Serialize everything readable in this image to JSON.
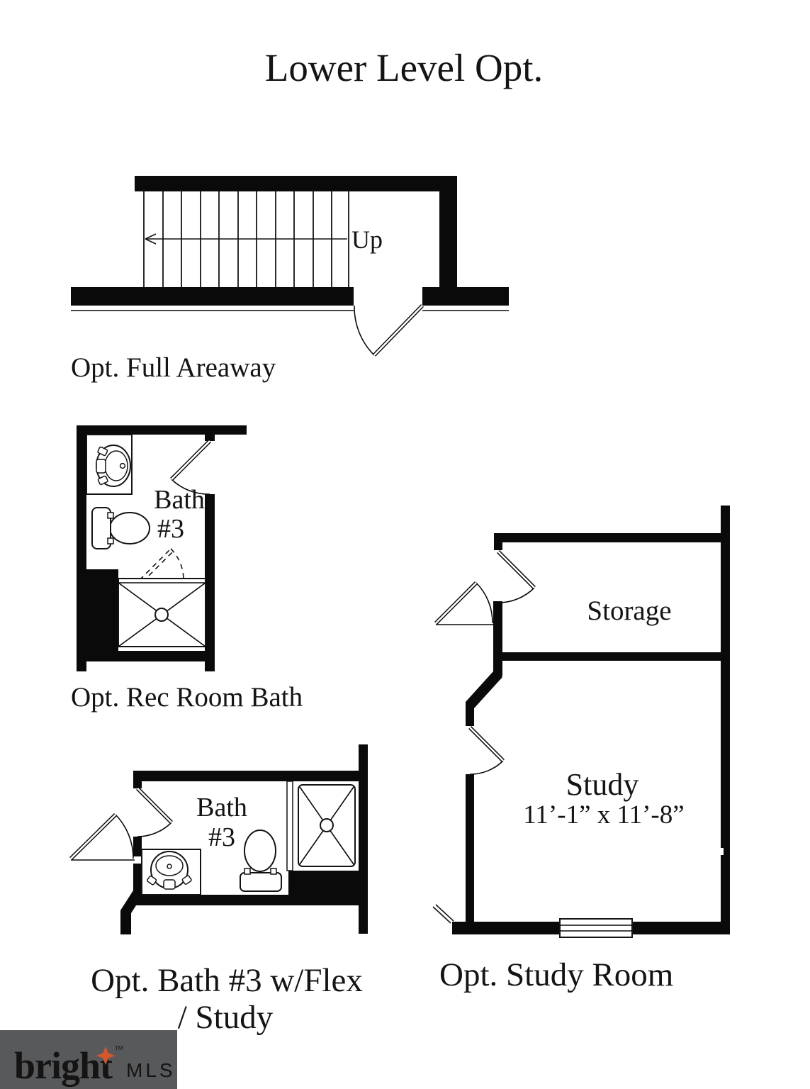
{
  "title": "Lower Level Opt.",
  "areaway": {
    "caption": "Opt. Full Areaway",
    "up_label": "Up"
  },
  "rec_bath": {
    "caption": "Opt. Rec Room Bath",
    "label_line1": "Bath",
    "label_line2": "#3"
  },
  "flex_bath": {
    "caption_line1": "Opt. Bath #3 w/Flex",
    "caption_line2": "/ Study",
    "label_line1": "Bath",
    "label_line2": "#3"
  },
  "study_room": {
    "caption": "Opt. Study Room",
    "storage_label": "Storage",
    "study_label": "Study",
    "study_dimensions": "11’-1” x 11’-8”"
  },
  "logo": {
    "brand": "bright",
    "trademark": "TM",
    "suffix": "MLS",
    "background_color": "#58595B",
    "brand_color": "#EDEDED",
    "suffix_color": "#A9ABAE",
    "spark_color": "#D6572E"
  },
  "ink_color": "#0a0a0a",
  "paper_color": "#ffffff"
}
